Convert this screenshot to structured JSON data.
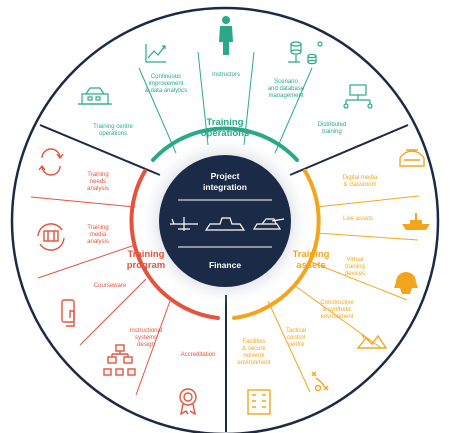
{
  "center": {
    "top": "Project integration",
    "bottom": "Finance"
  },
  "colors": {
    "operations": "#29a98a",
    "program": "#e5533d",
    "assets": "#f3a61d",
    "center": "#1b2a47",
    "border": "#1b2a47"
  },
  "segments": [
    {
      "name": "Training operations",
      "items": [
        "Training centre operations",
        "Continuous improvement & data analytics",
        "Instructors",
        "Scenario and database management",
        "Distributed training"
      ]
    },
    {
      "name": "Training program",
      "items": [
        "Training needs analysis",
        "Training media analysis",
        "Courseware",
        "Instructional systems design",
        "Accreditation"
      ]
    },
    {
      "name": "Training assets",
      "items": [
        "Digital media & classroom",
        "Live assets",
        "Virtual training devices",
        "Constructive & synthetic environment",
        "Tactical control centre",
        "Facilities & secure network environment"
      ]
    }
  ],
  "icons": {
    "operations": [
      "simulator-building-icon",
      "line-chart-icon",
      "instructor-person-icon",
      "database-network-icon",
      "computer-network-icon"
    ],
    "program": [
      "refresh-cycle-icon",
      "media-cycle-icon",
      "touch-tablet-icon",
      "hierarchy-icon",
      "award-ribbon-icon"
    ],
    "assets": [
      "vr-headset-icon",
      "ship-icon",
      "helmet-icon",
      "terrain-icon",
      "tactics-icon",
      "building-icon"
    ]
  }
}
